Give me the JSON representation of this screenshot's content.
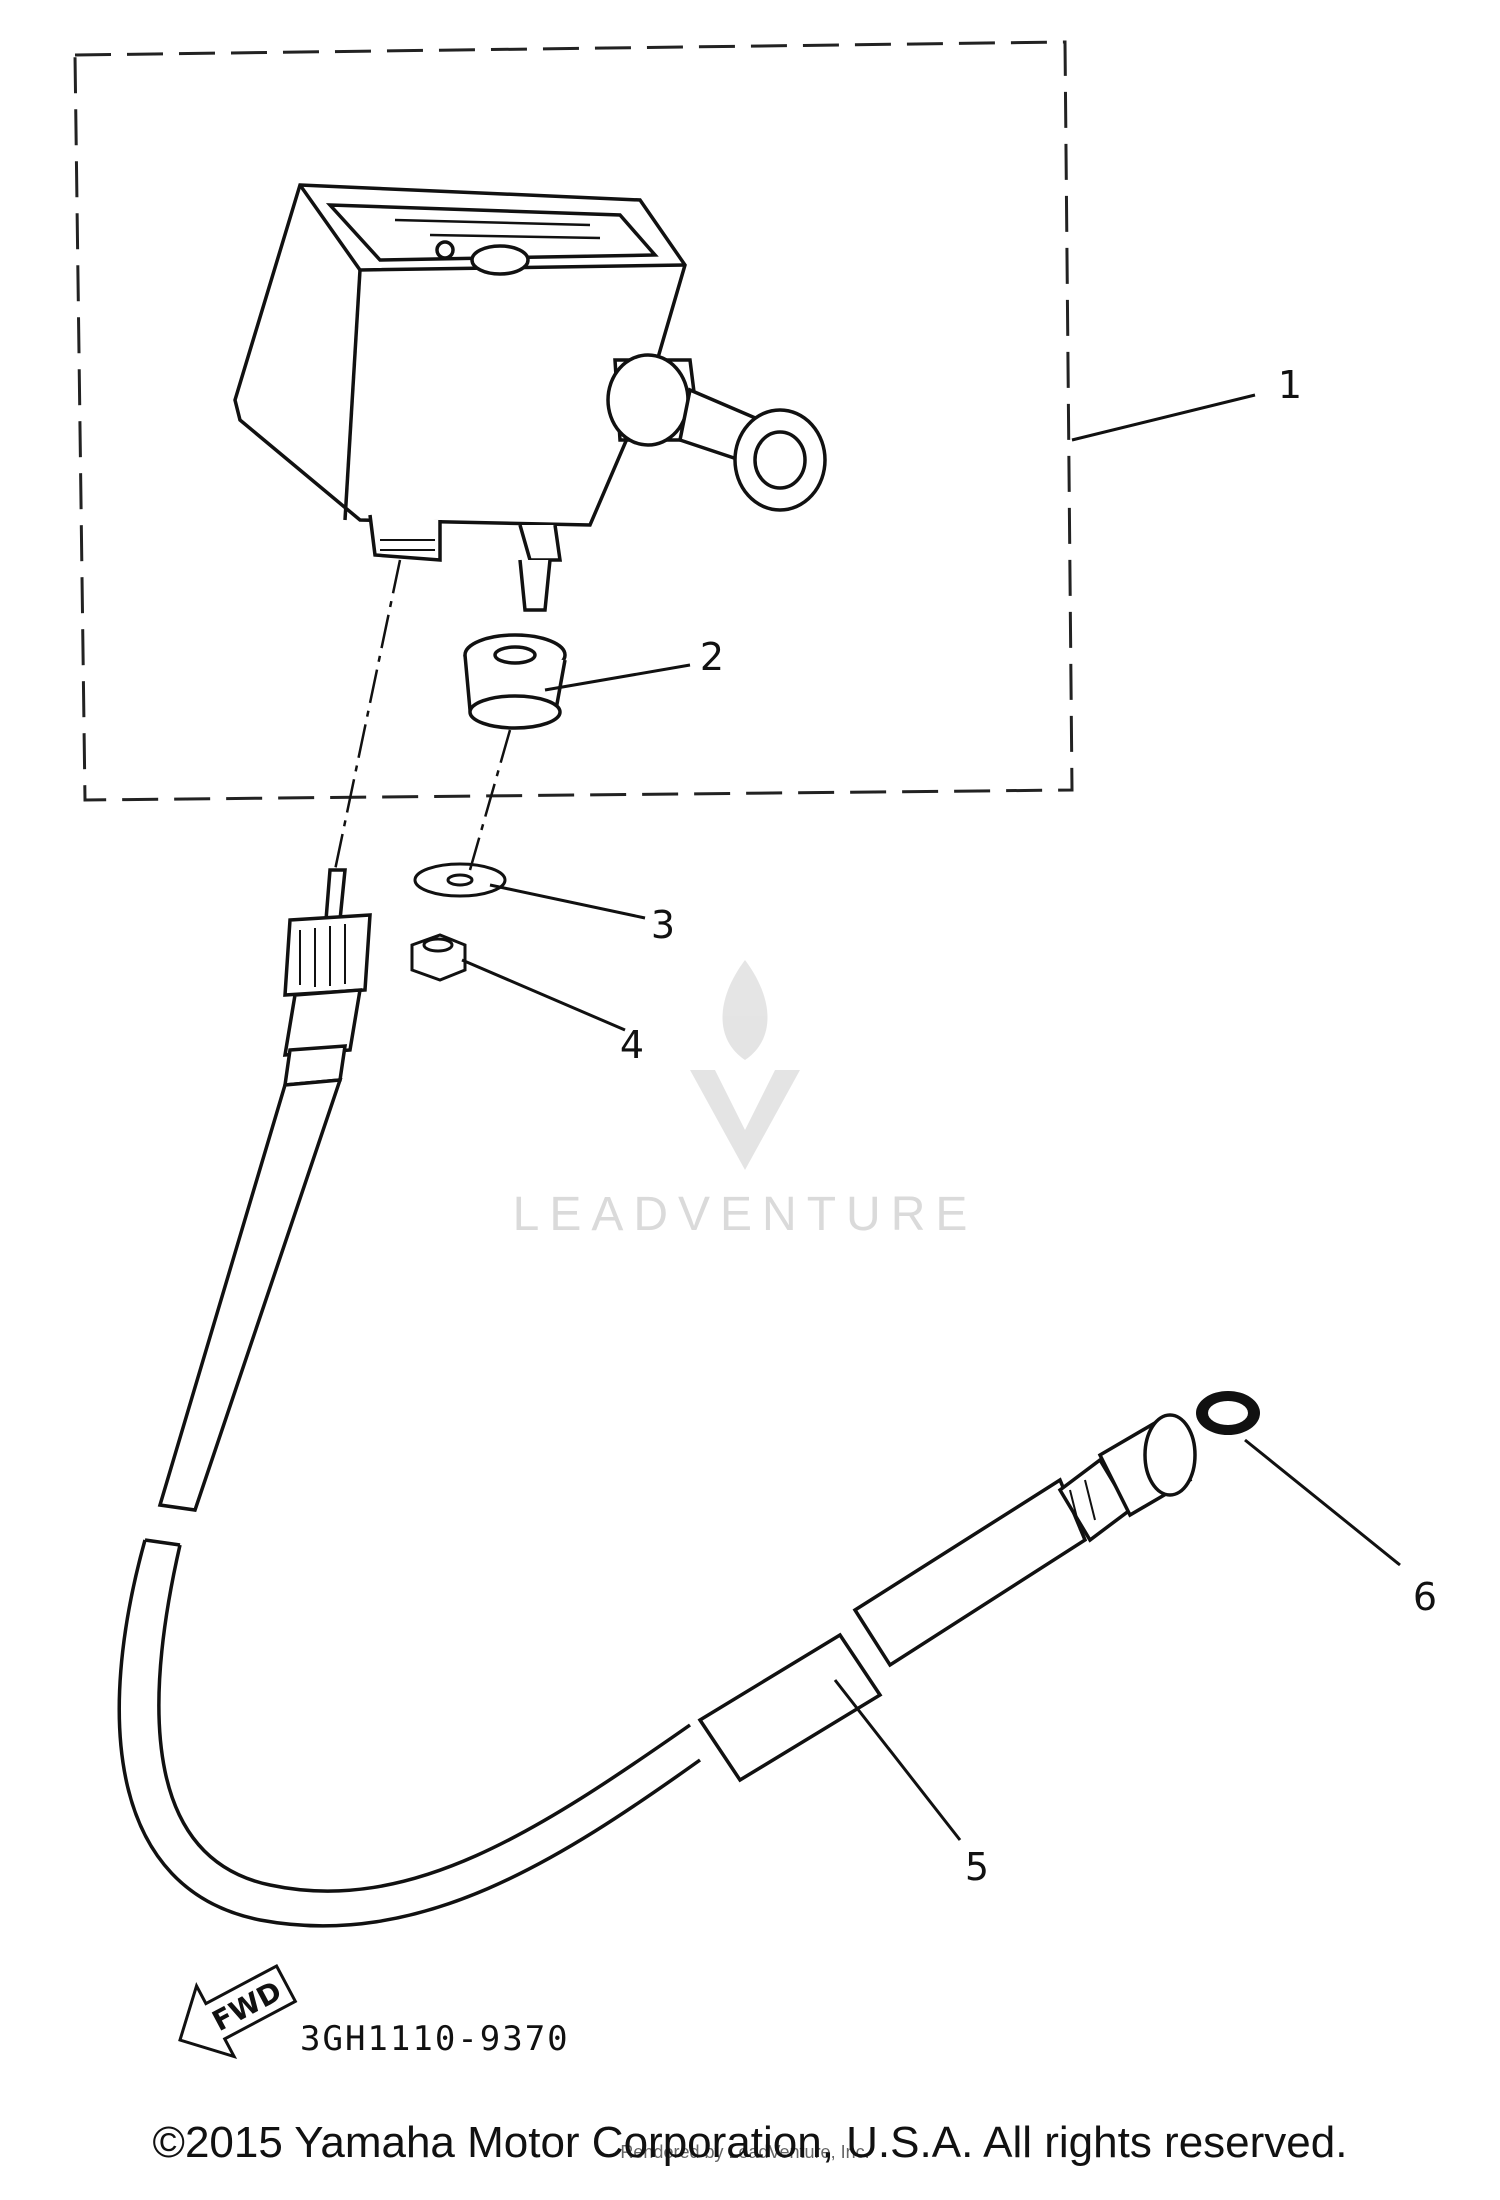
{
  "callouts": [
    "1",
    "2",
    "3",
    "4",
    "5",
    "6"
  ],
  "figure_code": "3GH1110-9370",
  "forward_arrow_label": "FWD",
  "watermark": {
    "text": "LEADVENTURE"
  },
  "copyright": "©2015 Yamaha Motor Corporation, U.S.A. All rights reserved.",
  "rendered_by": "Rendered by LeadVenture, Inc."
}
